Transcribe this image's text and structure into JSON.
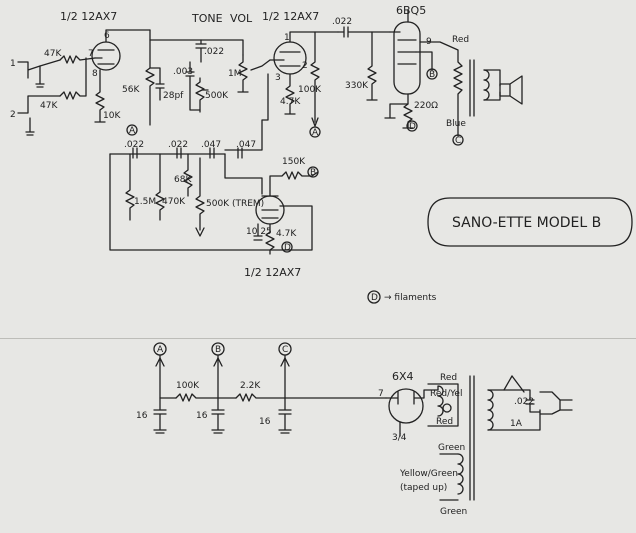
{
  "title": "SANO-ETTE   MODEL B",
  "labels": {
    "v1_top": "1/2 12AX7",
    "tone": "TONE",
    "vol": "VOL",
    "v1_top2": "1/2 12AX7",
    "out_tube": "6BQ5",
    "v_trem": "1/2 12AX7",
    "rectifier": "6X4",
    "filaments_note": "→ filaments",
    "node_d": "D",
    "pin_7": "7",
    "pin_6": "6",
    "pin_8": "8",
    "pin_1": "1",
    "pin_3": "3",
    "pin_2": "2",
    "pin_9": "9",
    "in1": "1",
    "in2": "2",
    "r47k_a": "47K",
    "r47k_b": "47K",
    "r10k": "10K",
    "r56k": "56K",
    "c28pf": "28pf",
    "c022a": ".022",
    "c003": ".003",
    "r500k_tone": "500K",
    "r1m": "1M",
    "r47k_c": "4.7K",
    "r100k": "100K",
    "c022b": ".022",
    "r330k": "330K",
    "r220": "220Ω",
    "red1": "Red",
    "blue": "Blue",
    "c022c": ".022",
    "c022d": ".022",
    "c047a": ".047",
    "c047b": ".047",
    "r15m": "1.5M",
    "r470k": "470K",
    "r68k": "68K",
    "r500k_trem": "500K (TREM)",
    "r150k": "150K",
    "c10_25": "10 25",
    "r47k_d": "4.7K",
    "node_a": "A",
    "node_b": "B",
    "node_c": "C",
    "ps_r100k": "100K",
    "ps_r22k": "2.2K",
    "cap16a": "16",
    "cap16b": "16",
    "cap16c": "16",
    "pin_7r": "7",
    "pin_34": "3/4",
    "red2": "Red",
    "redyel": "Red/Yel",
    "red3": "Red",
    "green1": "Green",
    "yellowgreen": "Yellow/Green",
    "tapedup": "(taped up)",
    "green2": "Green",
    "c022e": ".022",
    "fuse": "1A"
  }
}
